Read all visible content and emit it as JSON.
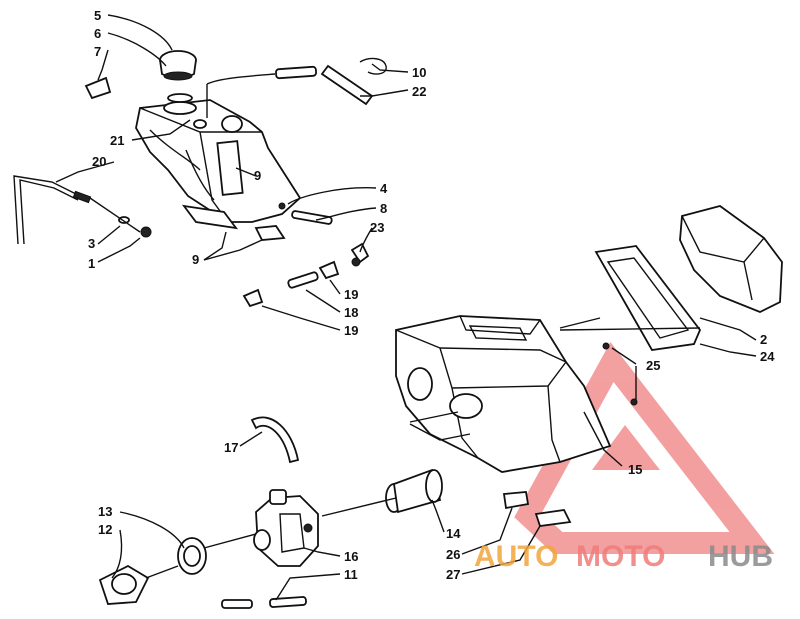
{
  "callouts": [
    "5",
    "6",
    "7",
    "10",
    "22",
    "21",
    "20",
    "9",
    "4",
    "8",
    "23",
    "3",
    "1",
    "9",
    "19",
    "18",
    "19",
    "2",
    "24",
    "25",
    "15",
    "17",
    "13",
    "12",
    "14",
    "26",
    "27",
    "16",
    "11"
  ],
  "watermark": {
    "part1": "AUTO",
    "part2": "MOTO",
    "part3": "HUB",
    "color_orange": "#f2a53a",
    "color_red": "#ef7c7c",
    "color_gray": "#8a8a8a"
  }
}
